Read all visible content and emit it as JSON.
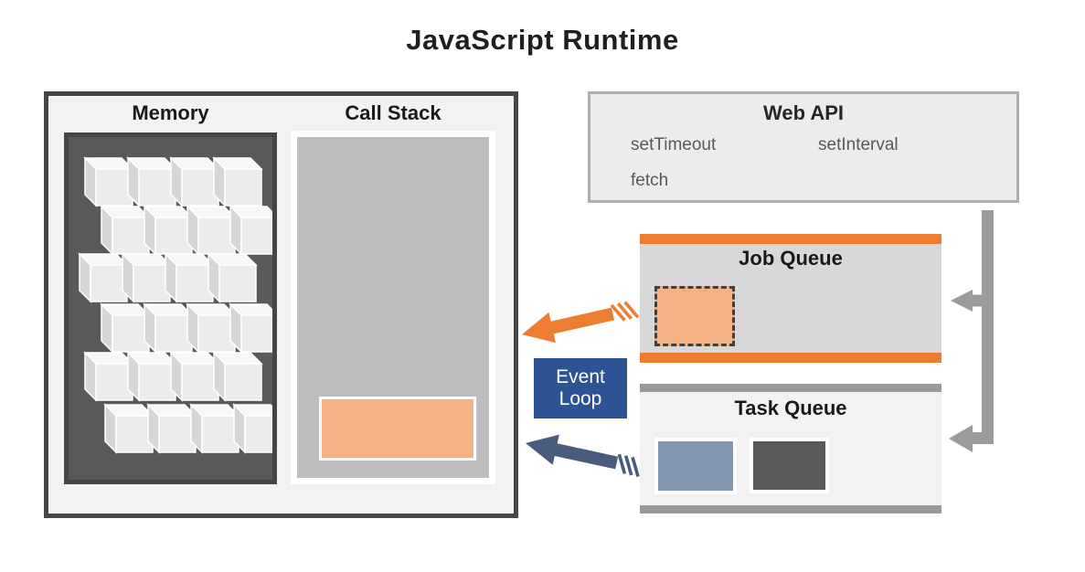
{
  "title": "JavaScript Runtime",
  "runtime_container": {
    "memory": {
      "label": "Memory",
      "cube_rows": 6,
      "cubes_per_row": 4
    },
    "call_stack": {
      "label": "Call Stack",
      "frame_color": "#F4B183"
    }
  },
  "web_api": {
    "title": "Web API",
    "functions": [
      "setTimeout",
      "setInterval",
      "fetch"
    ]
  },
  "job_queue": {
    "title": "Job Queue",
    "accent_color": "#ED7D31",
    "pending_job_color": "#F4B183"
  },
  "task_queue": {
    "title": "Task Queue",
    "accent_color": "#999999",
    "task_colors": [
      "#8497B0",
      "#595959"
    ]
  },
  "event_loop": {
    "line1": "Event",
    "line2": "Loop",
    "color": "#2E5395"
  },
  "arrows": {
    "job_to_stack_color": "#ED7D31",
    "task_to_stack_color": "#4A5C7E",
    "webapi_to_queues_color": "#9B9B9B"
  }
}
